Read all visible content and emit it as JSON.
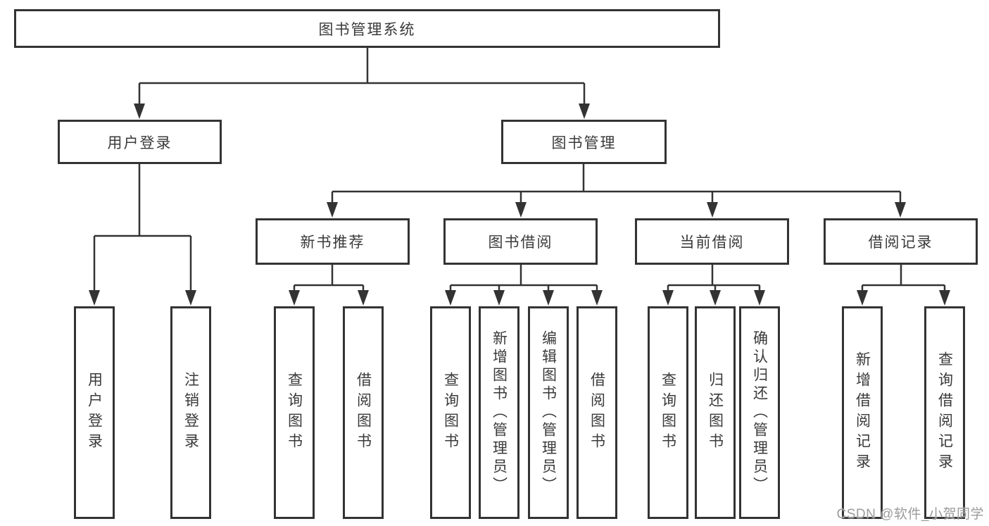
{
  "diagram": {
    "colors": {
      "line": "#333333",
      "text": "#3a3a3a",
      "box_background": "#ffffff",
      "watermark": "#9b9b9b"
    },
    "root": {
      "label": "图书管理系统"
    },
    "level2": [
      {
        "label": "用户登录",
        "parent": "图书管理系统"
      },
      {
        "label": "图书管理",
        "parent": "图书管理系统"
      }
    ],
    "level3": [
      {
        "label": "新书推荐",
        "parent": "图书管理"
      },
      {
        "label": "图书借阅",
        "parent": "图书管理"
      },
      {
        "label": "当前借阅",
        "parent": "图书管理"
      },
      {
        "label": "借阅记录",
        "parent": "图书管理"
      }
    ],
    "leaves": [
      {
        "label": "用户登录",
        "parent": "用户登录"
      },
      {
        "label": "注销登录",
        "parent": "用户登录"
      },
      {
        "label": "查询图书",
        "parent": "新书推荐"
      },
      {
        "label": "借阅图书",
        "parent": "新书推荐"
      },
      {
        "label": "查询图书",
        "parent": "图书借阅"
      },
      {
        "label": "新增图书（管理员）",
        "parent": "图书借阅"
      },
      {
        "label": "编辑图书（管理员）",
        "parent": "图书借阅"
      },
      {
        "label": "借阅图书",
        "parent": "图书借阅"
      },
      {
        "label": "查询图书",
        "parent": "当前借阅"
      },
      {
        "label": "归还图书",
        "parent": "当前借阅"
      },
      {
        "label": "确认归还（管理员）",
        "parent": "当前借阅"
      },
      {
        "label": "新增借阅记录",
        "parent": "借阅记录"
      },
      {
        "label": "查询借阅记录",
        "parent": "借阅记录"
      }
    ],
    "watermark": {
      "text": "CSDN @软件_小贺同学"
    }
  }
}
